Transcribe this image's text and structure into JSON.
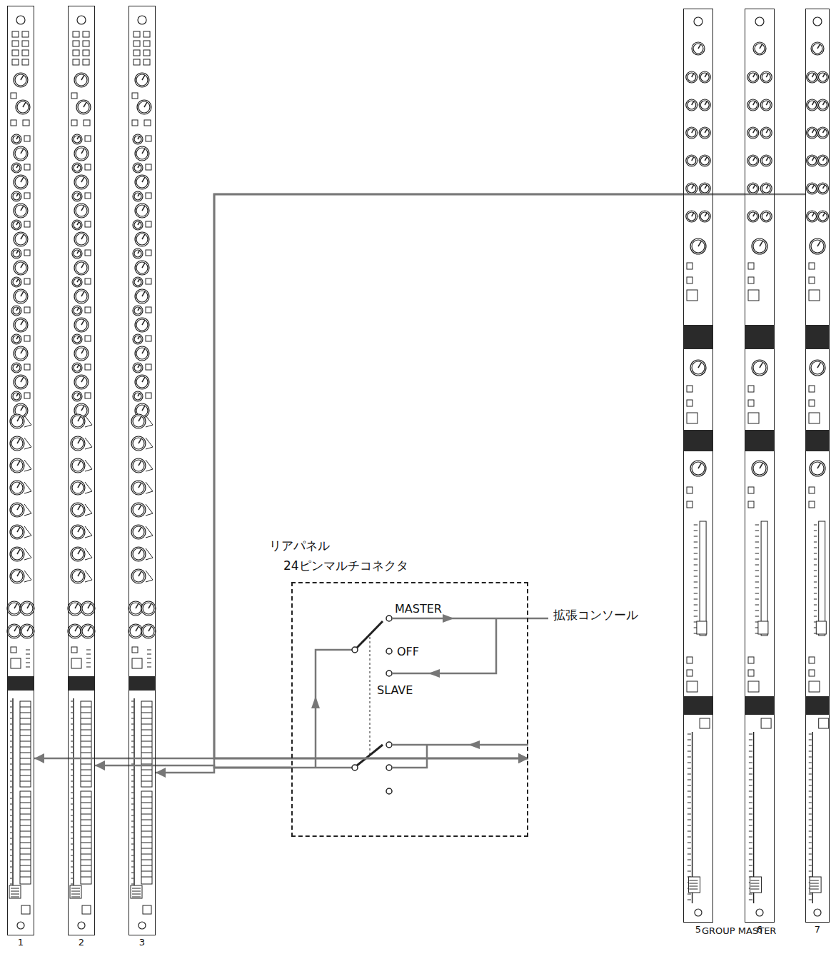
{
  "diagram": {
    "nodes": [
      {
        "text": [
          "1"
        ]
      },
      {
        "text": [
          "2"
        ]
      },
      {
        "text": [
          "3"
        ]
      },
      {
        "text": [
          "リアパネル",
          "24ピンマルチコネクタ"
        ]
      },
      {
        "text": [
          "5"
        ]
      },
      {
        "text": [
          "6"
        ]
      },
      {
        "text": [
          "7"
        ]
      }
    ],
    "edges": [
      {
        "from": 3,
        "to": 0,
        "arrow": "to"
      },
      {
        "from": 3,
        "to": 1,
        "arrow": "to"
      },
      {
        "from": 3,
        "to": 2,
        "arrow": "to"
      },
      {
        "from": 4,
        "to": 3,
        "arrow": "to"
      },
      {
        "from": 5,
        "to": 3,
        "arrow": "to"
      },
      {
        "from": 6,
        "to": 3,
        "arrow": "to"
      }
    ],
    "labels": [
      "MASTER",
      "OFF",
      "SLAVE",
      "拡張コンソール",
      "GROUP MASTER"
    ]
  }
}
